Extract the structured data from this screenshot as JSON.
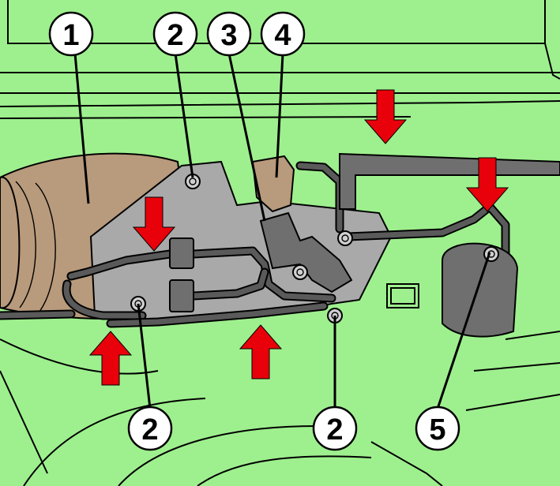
{
  "colors": {
    "background": "#9ef08e",
    "metal_gray": "#a9a9a9",
    "dark_gray": "#6f6f6f",
    "hose_dark": "#5a5a5a",
    "brass": "#b89a7c",
    "arrow_red": "#e8000a",
    "outline": "#000000",
    "callout_fill": "#ffffff"
  },
  "callouts": [
    {
      "id": "c1",
      "label": "1"
    },
    {
      "id": "c2a",
      "label": "2"
    },
    {
      "id": "c3",
      "label": "3"
    },
    {
      "id": "c4",
      "label": "4"
    },
    {
      "id": "c2b",
      "label": "2"
    },
    {
      "id": "c2c",
      "label": "2"
    },
    {
      "id": "c5",
      "label": "5"
    }
  ],
  "arrows": [
    {
      "id": "a1",
      "direction": "down"
    },
    {
      "id": "a2",
      "direction": "down"
    },
    {
      "id": "a3",
      "direction": "down"
    },
    {
      "id": "a4",
      "direction": "up"
    },
    {
      "id": "a5",
      "direction": "up"
    }
  ],
  "icons": [
    "bolt-icon",
    "red-arrow-icon",
    "callout-circle-icon"
  ]
}
